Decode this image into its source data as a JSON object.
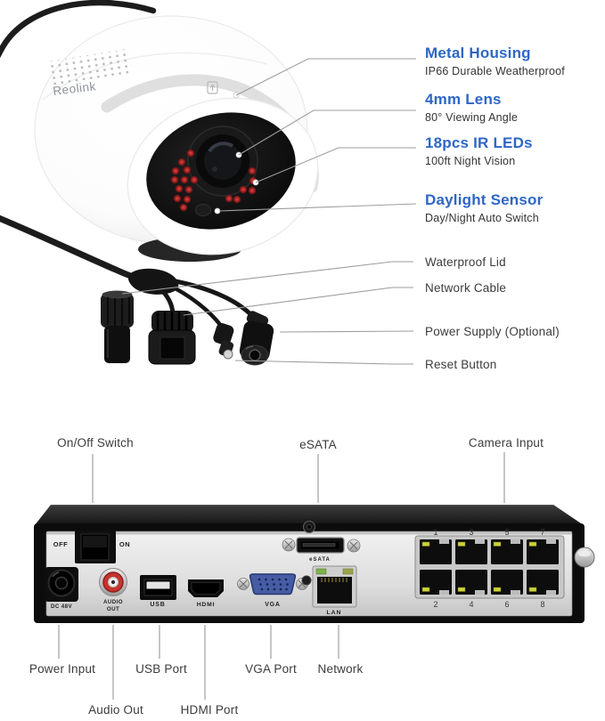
{
  "colors": {
    "accent": "#2e66c6",
    "label": "#3c3c3c",
    "line": "#9e9e9e"
  },
  "camera": {
    "brand": "Reolink",
    "feature_callouts": [
      {
        "title": "Metal Housing",
        "subtitle": "IP66 Durable Weatherproof"
      },
      {
        "title": "4mm Lens",
        "subtitle": "80° Viewing Angle"
      },
      {
        "title": "18pcs IR LEDs",
        "subtitle": "100ft Night Vision"
      },
      {
        "title": "Daylight Sensor",
        "subtitle": "Day/Night Auto Switch"
      }
    ],
    "cable_callouts": [
      {
        "label": "Waterproof Lid"
      },
      {
        "label": "Network Cable"
      },
      {
        "label": "Power Supply (Optional)"
      },
      {
        "label": "Reset Button"
      }
    ]
  },
  "nvr": {
    "top_callouts": [
      {
        "label": "On/Off Switch"
      },
      {
        "label": "eSATA"
      },
      {
        "label": "Camera Input"
      }
    ],
    "bottom_callouts": [
      {
        "label": "Power Input"
      },
      {
        "label": "USB Port"
      },
      {
        "label": "VGA Port"
      },
      {
        "label": "Network"
      },
      {
        "label": "Audio Out"
      },
      {
        "label": "HDMI Port"
      }
    ],
    "panel": {
      "off": "OFF",
      "on": "ON",
      "dc": "DC 48V",
      "audio_line1": "AUDIO",
      "audio_line2": "OUT",
      "usb": "USB",
      "hdmi": "HDMI",
      "vga": "VGA",
      "esata": "eSATA",
      "lan": "LAN",
      "port_numbers_top": [
        "1",
        "3",
        "5",
        "7"
      ],
      "port_numbers_bottom": [
        "2",
        "4",
        "6",
        "8"
      ]
    }
  }
}
